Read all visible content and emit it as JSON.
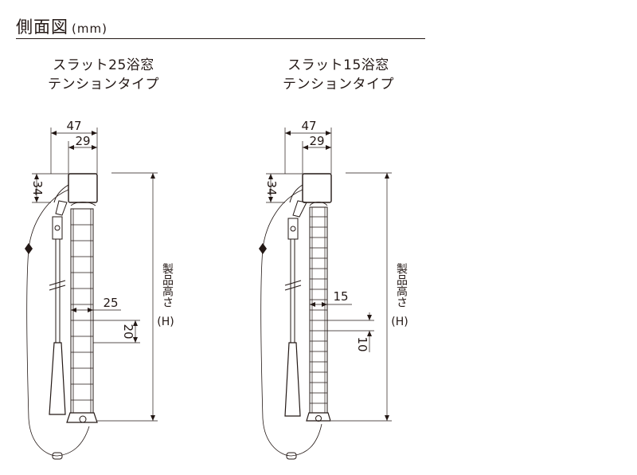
{
  "header": {
    "title": "側面図",
    "unit": "(mm)"
  },
  "diagrams": [
    {
      "caption_line1": "スラット25浴窓",
      "caption_line2": "テンションタイプ",
      "dim_total_width": "47",
      "dim_rail_width": "29",
      "dim_head_height": "34",
      "dim_slat_width": "25",
      "dim_slat_pitch": "20",
      "height_label": "製品高さ",
      "height_symbol": "(H)"
    },
    {
      "caption_line1": "スラット15浴窓",
      "caption_line2": "テンションタイプ",
      "dim_total_width": "47",
      "dim_rail_width": "29",
      "dim_head_height": "34",
      "dim_slat_width": "15",
      "dim_slat_pitch": "10",
      "height_label": "製品高さ",
      "height_symbol": "(H)"
    }
  ]
}
